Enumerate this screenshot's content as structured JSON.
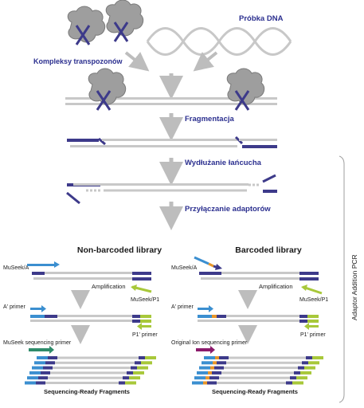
{
  "labels": {
    "sample_dna": "Próbka DNA",
    "transposome_complexes": "Kompleksy transpozonów",
    "fragmentation": "Fragmentacja",
    "chain_extension": "Wydłużanie łańcucha",
    "adaptor_ligation": "Przyłączanie adaptorów",
    "side_bracket_label": "Adaptor Addition PCR"
  },
  "non_barcoded": {
    "title": "Non-barcoded library",
    "adaptor_a": "MuSeek/A",
    "amplification": "Amplification",
    "adaptor_p1": "MuSeek/P1",
    "a_primer": "A' primer",
    "p1_primer": "P1' primer",
    "seq_primer": "MuSeek sequencing primer",
    "result": "Sequencing-Ready Fragments"
  },
  "barcoded": {
    "title": "Barcoded library",
    "adaptor_a": "MuSeek/A",
    "amplification": "Amplification",
    "adaptor_p1": "MuSeek/P1",
    "a_primer": "A' primer",
    "p1_primer": "P1' primer",
    "seq_primer": "Original Ion sequencing primer",
    "result": "Sequencing-Ready Fragments"
  },
  "colors": {
    "dna_gray": "#c8c8c8",
    "adaptor_navy": "#3d3a8a",
    "primer_blue": "#3b8fd0",
    "p1_green": "#a8c83a",
    "barcode_orange": "#e8962a",
    "seq_primer_green": "#2e8b6a",
    "seq_primer_magenta": "#8b1a6b",
    "label_blue": "#2b2f8f",
    "arrow_gray": "#bdbdbd"
  }
}
